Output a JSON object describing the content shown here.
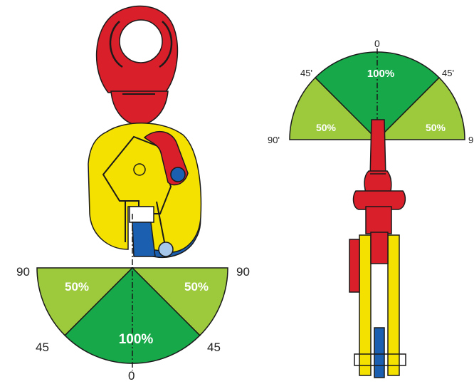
{
  "colors": {
    "full_capacity_sector": "#17a84a",
    "reduced_capacity_sector": "#9cca3c",
    "clamp_body": "#f5e100",
    "shackle": "#d81f2a",
    "jaw": "#1b5fb0",
    "pivot": "#a7c7ea",
    "outline": "#1a1a1a"
  },
  "left_diagram": {
    "angles": {
      "top_left": "90",
      "top_right": "90",
      "mid_left": "45",
      "mid_right": "45",
      "bottom": "0"
    },
    "sectors": {
      "left": "50%",
      "right": "50%",
      "center": "100%"
    }
  },
  "right_diagram": {
    "angles": {
      "top": "0",
      "upper_left": "45'",
      "upper_right": "45'",
      "left": "90'",
      "right": "9"
    },
    "sectors": {
      "center": "100%",
      "left": "50%",
      "right": "50%"
    }
  }
}
